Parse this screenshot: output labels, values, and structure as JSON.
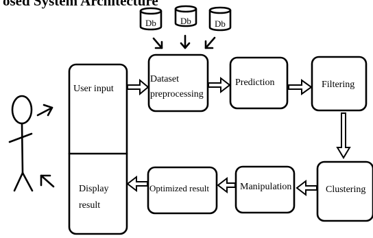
{
  "diagram": {
    "heading": "osed System Architecture",
    "databases": [
      {
        "label": "Db"
      },
      {
        "label": "Db"
      },
      {
        "label": "Db"
      }
    ],
    "nodes": {
      "user_input": "User input",
      "display_result": {
        "line1": "Display",
        "line2": "result"
      },
      "dataset_preprocessing": {
        "line1": "Dataset",
        "line2": "preprocessing"
      },
      "prediction": "Prediction",
      "filtering": "Filtering",
      "clustering": "Clustering",
      "manipulation": "Manipulation",
      "optimized_result": "Optimized result"
    }
  }
}
